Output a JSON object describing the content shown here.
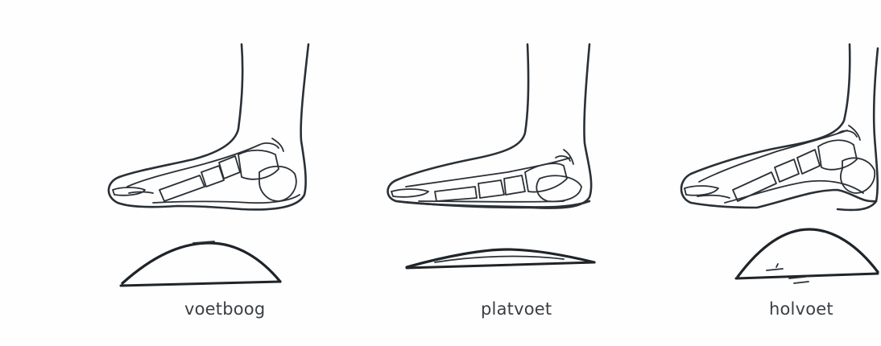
{
  "diagram": {
    "panels": [
      {
        "id": "normal-arch",
        "label": "voetboog"
      },
      {
        "id": "flat-foot",
        "label": "platvoet"
      },
      {
        "id": "high-arch",
        "label": "holvoet"
      }
    ],
    "colors": {
      "ink": "#2a3036",
      "background": "#fefefe",
      "label": "#3a3f44"
    }
  }
}
